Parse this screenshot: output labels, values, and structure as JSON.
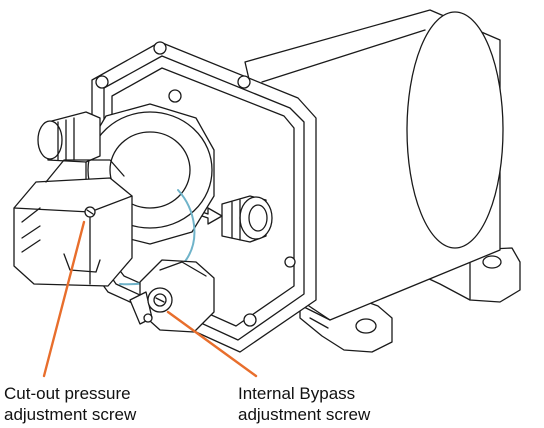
{
  "callouts": {
    "cutout": {
      "line1": "Cut-out pressure",
      "line2": "adjustment screw"
    },
    "bypass": {
      "line1": "Internal Bypass",
      "line2": "adjustment screw"
    }
  },
  "colors": {
    "leader": "#e86e2c",
    "hose": "#6fb3c9",
    "ink": "#1a1a1a"
  }
}
